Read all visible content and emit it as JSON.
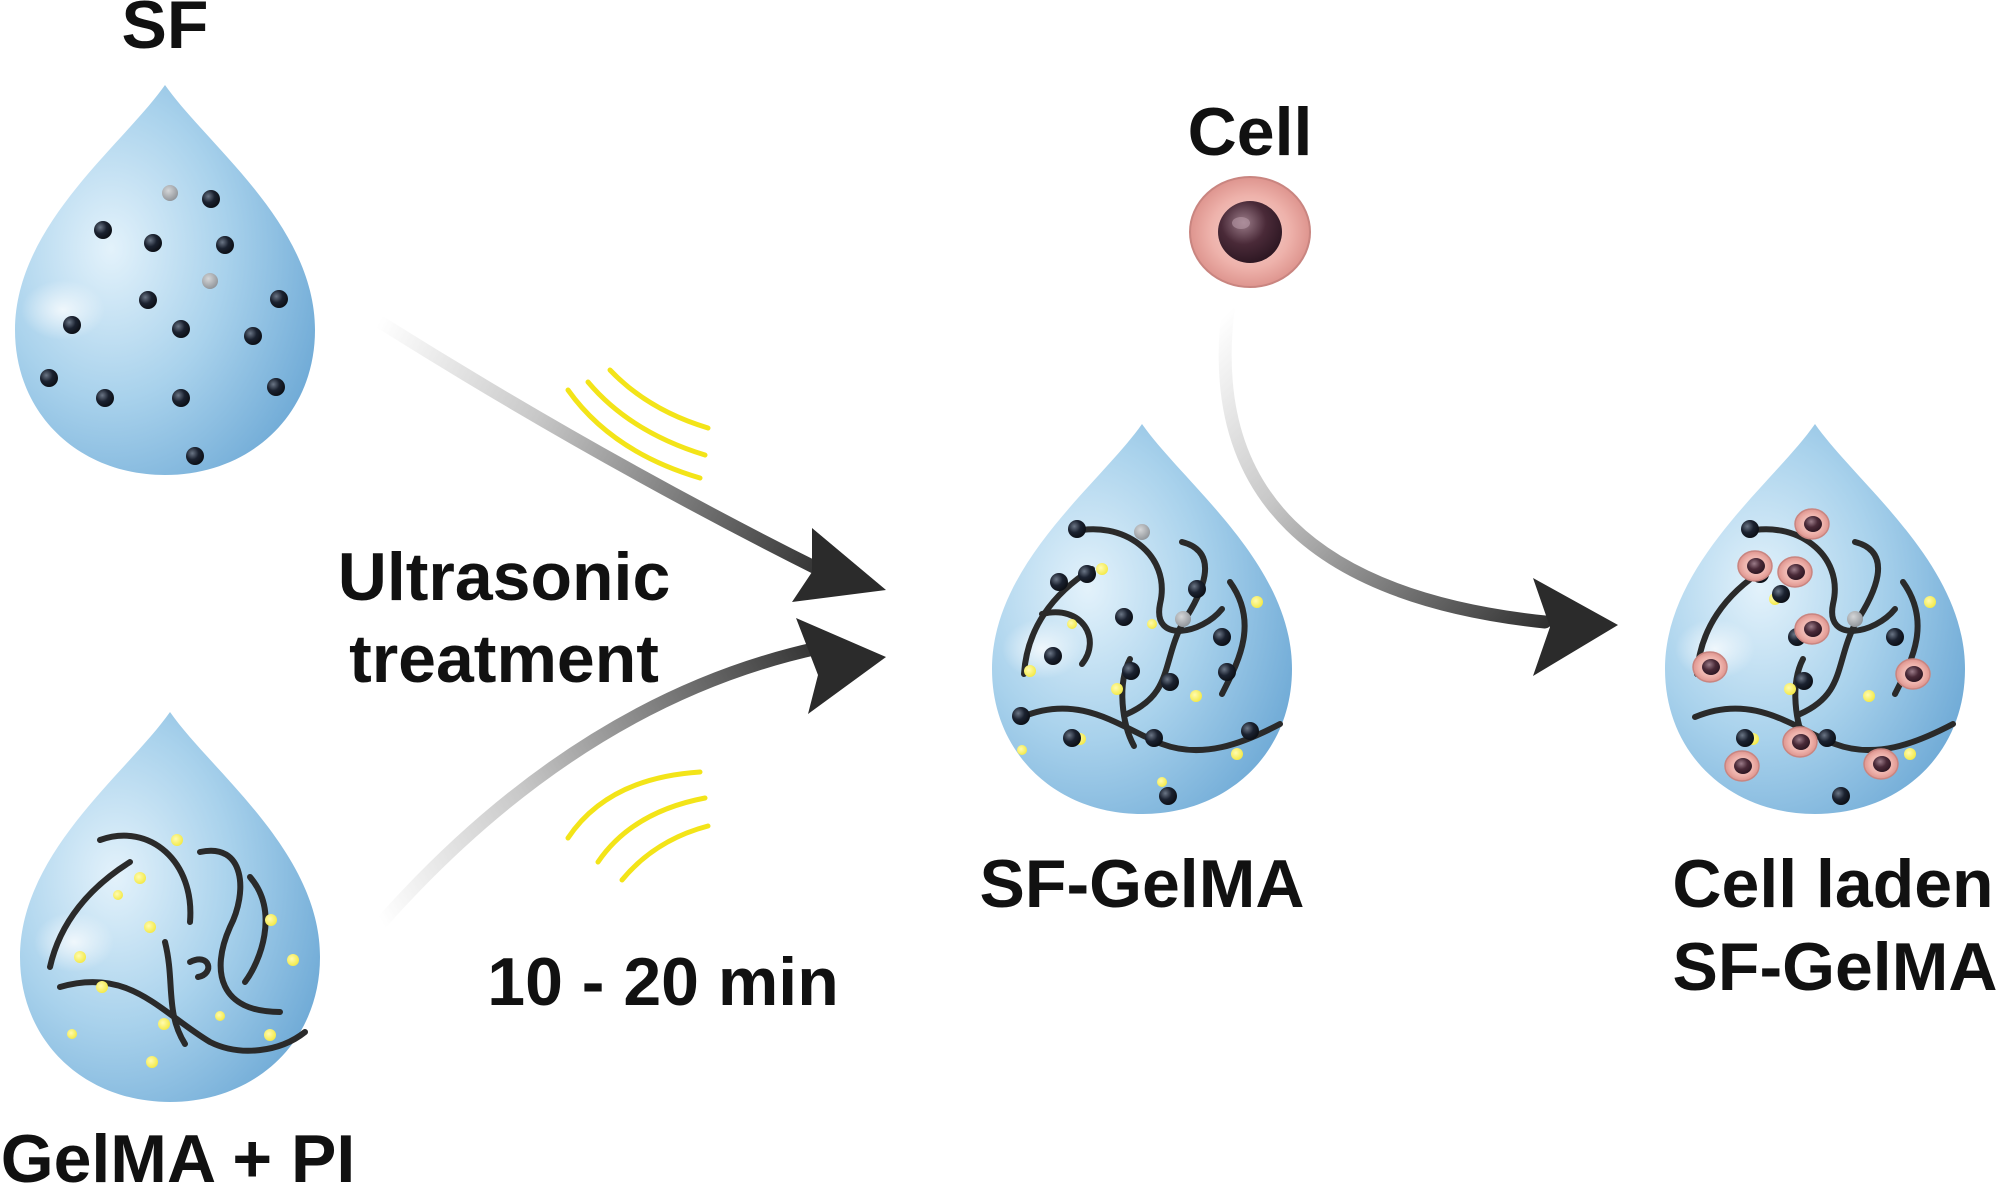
{
  "labels": {
    "sf": "SF",
    "gelma_pi": "GelMA + PI",
    "ultrasonic_line1": "Ultrasonic",
    "ultrasonic_line2": "treatment",
    "duration": "10 - 20 min",
    "cell": "Cell",
    "sf_gelma": "SF-GelMA",
    "cell_laden_line1": "Cell laden",
    "cell_laden_line2": "SF-GelMA"
  },
  "colors": {
    "droplet_light": "#e3f2fb",
    "droplet_mid": "#a9d2ec",
    "droplet_dark": "#6aa9d6",
    "sf_particle": "#1b2230",
    "gel_fiber": "#2a2a2a",
    "photoinitiator": "#f4ea4a",
    "ultrasound_wave": "#f3e418",
    "cell_membrane": "#e9a6a0",
    "cell_nucleus": "#4a2a38",
    "arrow_dark": "#2b2b2b"
  }
}
